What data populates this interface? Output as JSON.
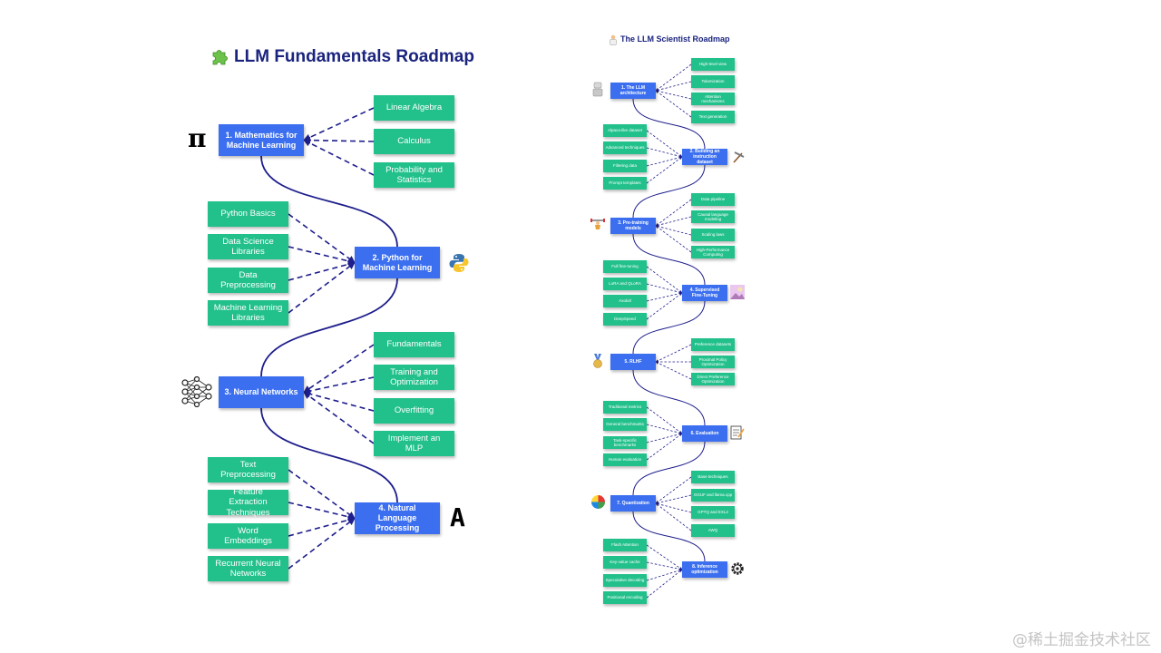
{
  "colors": {
    "main_box": "#3b6ff0",
    "sub_box": "#22c08a",
    "connector": "#1e1e8c",
    "title": "#1a237e",
    "watermark": "#c4c4c4"
  },
  "left_roadmap": {
    "title": "LLM Fundamentals Roadmap",
    "title_icon": "puzzle-piece-icon",
    "stages": [
      {
        "label": "1. Mathematics for Machine Learning",
        "icon": "pi-icon",
        "icon_glyph": "π",
        "topics": [
          "Linear Algebra",
          "Calculus",
          "Probability and Statistics"
        ]
      },
      {
        "label": "2. Python for Machine Learning",
        "icon": "python-logo-icon",
        "topics": [
          "Python Basics",
          "Data Science Libraries",
          "Data Preprocessing",
          "Machine Learning Libraries"
        ]
      },
      {
        "label": "3. Neural Networks",
        "icon": "neural-network-icon",
        "topics": [
          "Fundamentals",
          "Training and Optimization",
          "Overfitting",
          "Implement an MLP"
        ]
      },
      {
        "label": "4. Natural Language Processing",
        "icon": "letter-a-icon",
        "icon_glyph": "A",
        "topics": [
          "Text Preprocessing",
          "Feature Extraction Techniques",
          "Word Embeddings",
          "Recurrent Neural Networks"
        ]
      }
    ]
  },
  "right_roadmap": {
    "title": "The LLM Scientist Roadmap",
    "title_icon": "scientist-icon",
    "stages": [
      {
        "label": "1. The LLM architecture",
        "icon": "robot-icon",
        "topics": [
          "High-level view",
          "Tokenization",
          "Attention mechanisms",
          "Text generation"
        ]
      },
      {
        "label": "2. Building an instruction dataset",
        "icon": "hammer-pick-icon",
        "topics": [
          "Alpaca-like dataset",
          "Advanced techniques",
          "Filtering data",
          "Prompt templates"
        ]
      },
      {
        "label": "3. Pre-training models",
        "icon": "weightlifter-icon",
        "topics": [
          "Data pipeline",
          "Causal language modeling",
          "Scaling laws",
          "High-Performance Computing"
        ]
      },
      {
        "label": "4. Supervised Fine-Tuning",
        "icon": "picture-icon",
        "topics": [
          "Full fine-tuning",
          "LoRA and QLoRA",
          "Axolotl",
          "DeepSpeed"
        ]
      },
      {
        "label": "5. RLHF",
        "icon": "medal-icon",
        "topics": [
          "Preference datasets",
          "Proximal Policy Optimization",
          "Direct Preference Optimization"
        ]
      },
      {
        "label": "6. Evaluation",
        "icon": "memo-icon",
        "topics": [
          "Traditional metrics",
          "General benchmarks",
          "Task-specific benchmarks",
          "Human evaluation"
        ]
      },
      {
        "label": "7. Quantization",
        "icon": "color-wheel-icon",
        "topics": [
          "Base techniques",
          "GGUF and llama.cpp",
          "GPTQ and EXL2",
          "AWQ"
        ]
      },
      {
        "label": "8. Inference optimization",
        "icon": "gear-icon",
        "topics": [
          "Flash Attention",
          "Key-value cache",
          "Speculative decoding",
          "Positional encoding"
        ]
      }
    ]
  },
  "watermark": "@稀土掘金技术社区"
}
